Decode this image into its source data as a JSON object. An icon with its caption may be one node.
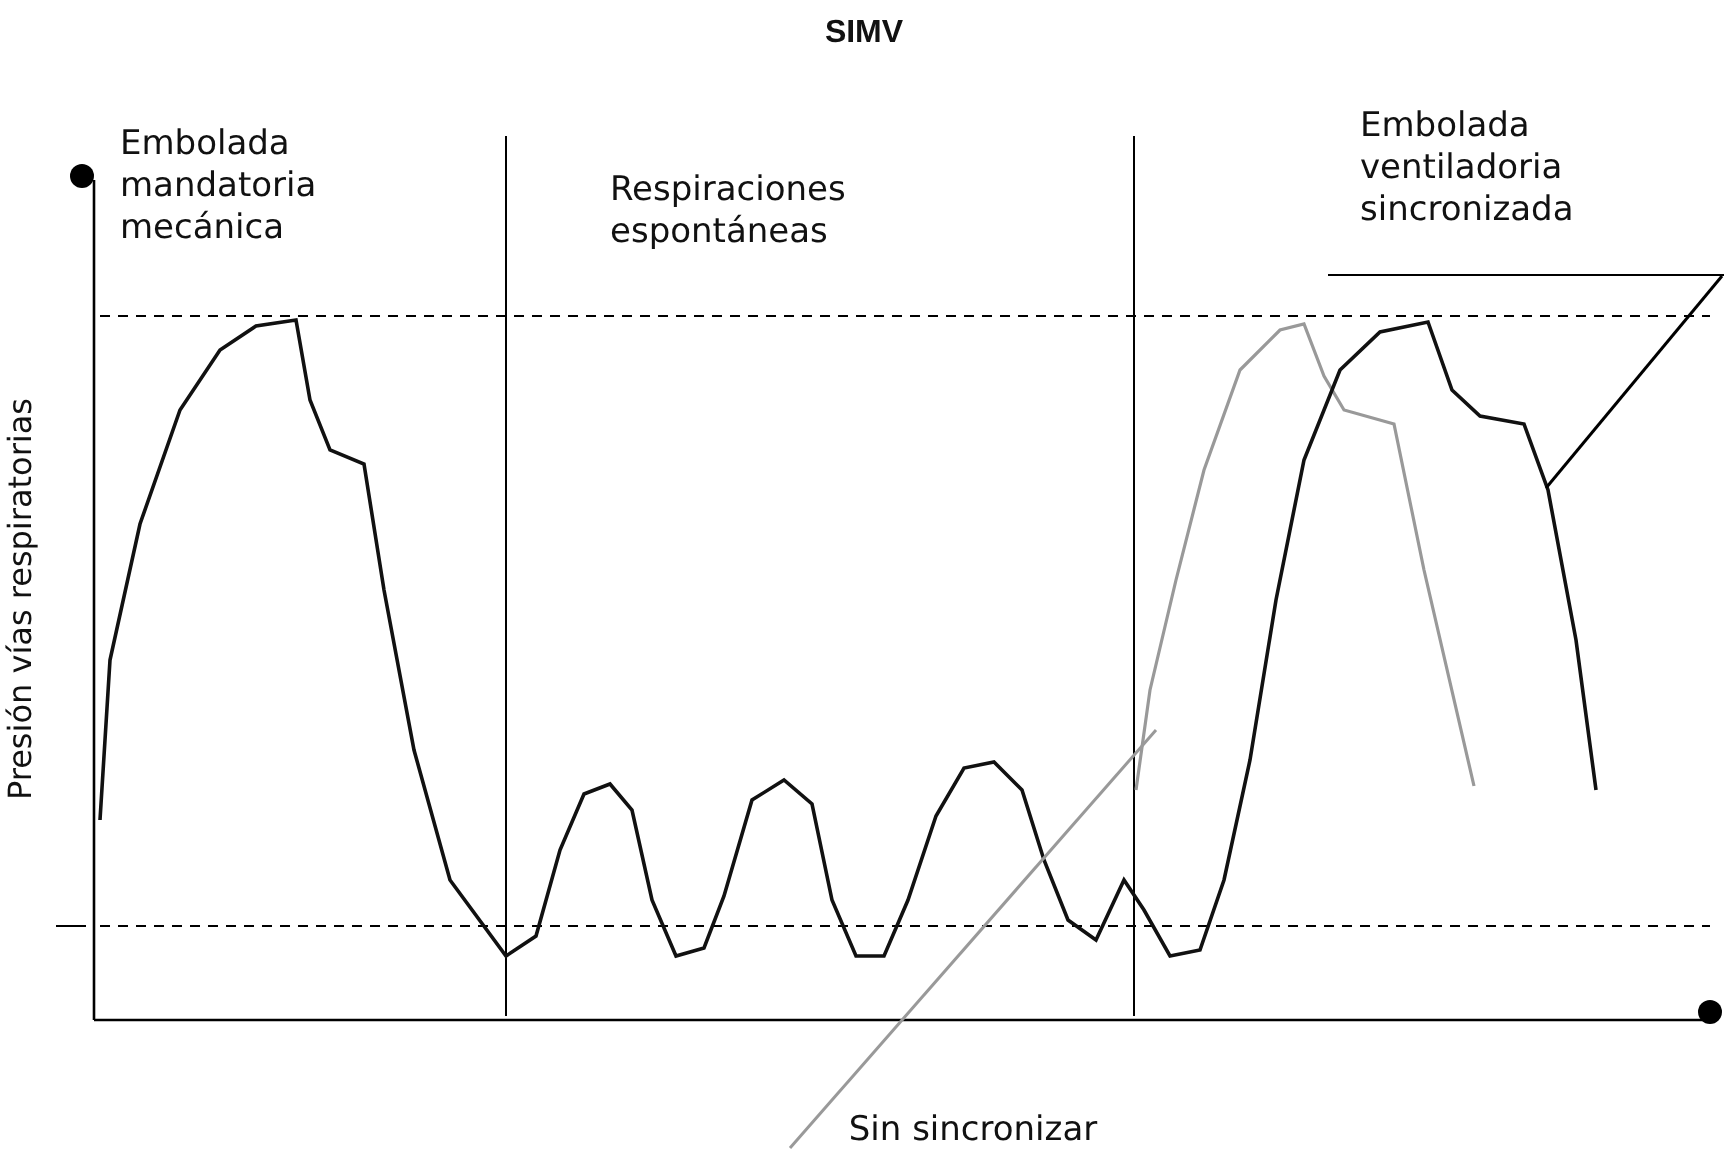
{
  "diagram": {
    "title": "SIMV",
    "nodes": [
      {
        "text": [
          "Embolada ventiladoria sincronizada"
        ]
      },
      {
        "text": [
          "Sin sincronizar"
        ]
      }
    ],
    "edges": [
      {
        "from": 0,
        "to": null,
        "arrow": "none"
      },
      {
        "from": 1,
        "to": null,
        "arrow": "none",
        "color": "#999999"
      }
    ],
    "labels": [
      "Embolada mandatoria mecánica",
      "Respiraciones espontáneas",
      "Presión vías respiratorias"
    ]
  }
}
